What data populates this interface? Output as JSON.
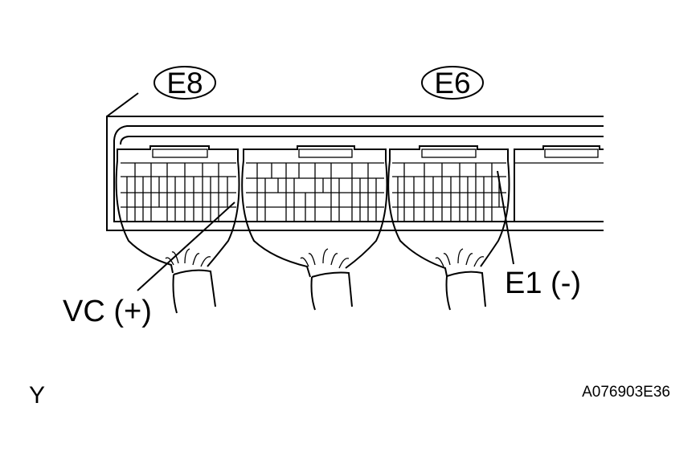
{
  "connectors": {
    "left_tag": "E8",
    "right_tag": "E6"
  },
  "pins": {
    "positive": "VC (+)",
    "negative": "E1 (-)"
  },
  "footer": {
    "letter": "Y",
    "figure_id": "A076903E36"
  }
}
